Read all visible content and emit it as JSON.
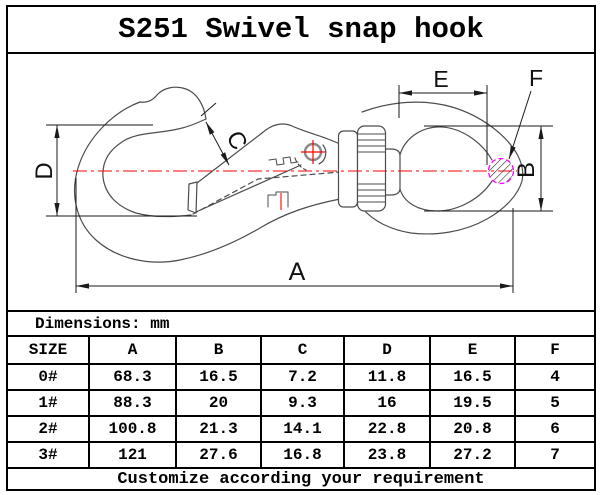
{
  "title": "S251 Swivel snap hook",
  "drawing": {
    "labels": {
      "A": "A",
      "B": "B",
      "C": "C",
      "D": "D",
      "E": "E",
      "F": "F"
    },
    "colors": {
      "centerline": "#ff0000",
      "section_circle": "#ff00ff",
      "outline": "#4d4d4d",
      "dimension": "#1a1a1a"
    }
  },
  "table": {
    "note": "Dimensions: mm",
    "headers": [
      "SIZE",
      "A",
      "B",
      "C",
      "D",
      "E",
      "F"
    ],
    "rows": [
      [
        "0#",
        "68.3",
        "16.5",
        "7.2",
        "11.8",
        "16.5",
        "4"
      ],
      [
        "1#",
        "88.3",
        "20",
        "9.3",
        "16",
        "19.5",
        "5"
      ],
      [
        "2#",
        "100.8",
        "21.3",
        "14.1",
        "22.8",
        "20.8",
        "6"
      ],
      [
        "3#",
        "121",
        "27.6",
        "16.8",
        "23.8",
        "27.2",
        "7"
      ]
    ],
    "footer": "Customize according your requirement"
  }
}
